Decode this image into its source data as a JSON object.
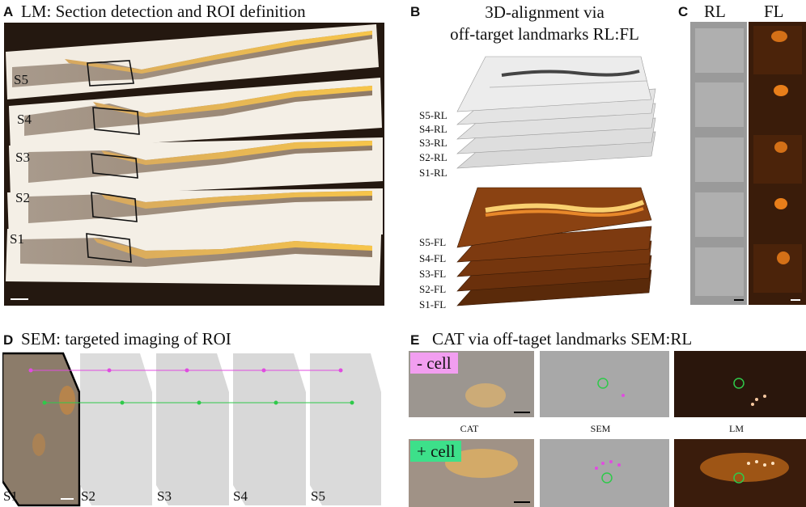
{
  "panel_a": {
    "letter": "A",
    "title": "LM: Section detection and ROI definition",
    "sections": [
      "S5",
      "S4",
      "S3",
      "S2",
      "S1"
    ]
  },
  "panel_b": {
    "letter": "B",
    "title_line1": "3D-alignment via",
    "title_line2": "off-target landmarks RL:FL",
    "rl_labels": [
      "S5-RL",
      "S4-RL",
      "S3-RL",
      "S2-RL",
      "S1-RL"
    ],
    "fl_labels": [
      "S5-FL",
      "S4-FL",
      "S3-FL",
      "S2-FL",
      "S1-FL"
    ]
  },
  "panel_c": {
    "letter": "C",
    "col_rl": "RL",
    "col_fl": "FL"
  },
  "panel_d": {
    "letter": "D",
    "title": "SEM: targeted imaging of ROI",
    "sections": [
      "S1",
      "S2",
      "S3",
      "S4",
      "S5"
    ]
  },
  "panel_e": {
    "letter": "E",
    "title": "CAT via off-taget landmarks SEM:RL",
    "neg_tag": "- cell",
    "pos_tag": "+ cell",
    "captions": [
      "CAT",
      "SEM",
      "LM"
    ]
  },
  "colors": {
    "neg_tag_bg": "#f29ef0",
    "pos_tag_bg": "#3de08a",
    "magenta": "#e04ce0",
    "green": "#2fc94a",
    "fl_orange": "#e88a1a",
    "lm_bg": "#2a1e14"
  }
}
